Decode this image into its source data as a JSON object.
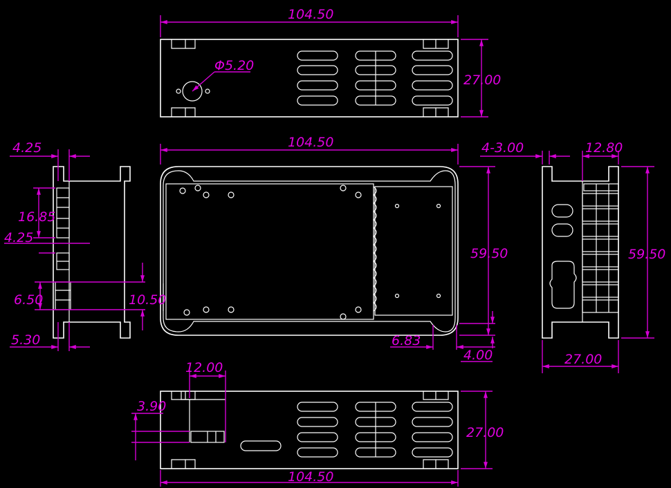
{
  "colors": {
    "background": "#000000",
    "outline": "#ffffff",
    "dimension": "#d400d4"
  },
  "dimensions": {
    "top_width": "104.50",
    "top_height": "27.00",
    "top_hole": "Φ5.20",
    "front_width": "104.50",
    "front_height": "59.50",
    "front_offset_x": "6.83",
    "front_offset_y": "4.00",
    "left_top_offset": "4.25",
    "left_slot_height": "16.85",
    "left_gap": "4.25",
    "left_slot2": "6.50",
    "left_opening": "10.50",
    "left_foot": "5.30",
    "right_pitch": "4-3.00",
    "right_width_top": "12.80",
    "right_height": "59.50",
    "right_width": "27.00",
    "bottom_slot_width": "12.00",
    "bottom_slot_offset": "3.90",
    "bottom_height": "27.00",
    "bottom_width": "104.50"
  }
}
